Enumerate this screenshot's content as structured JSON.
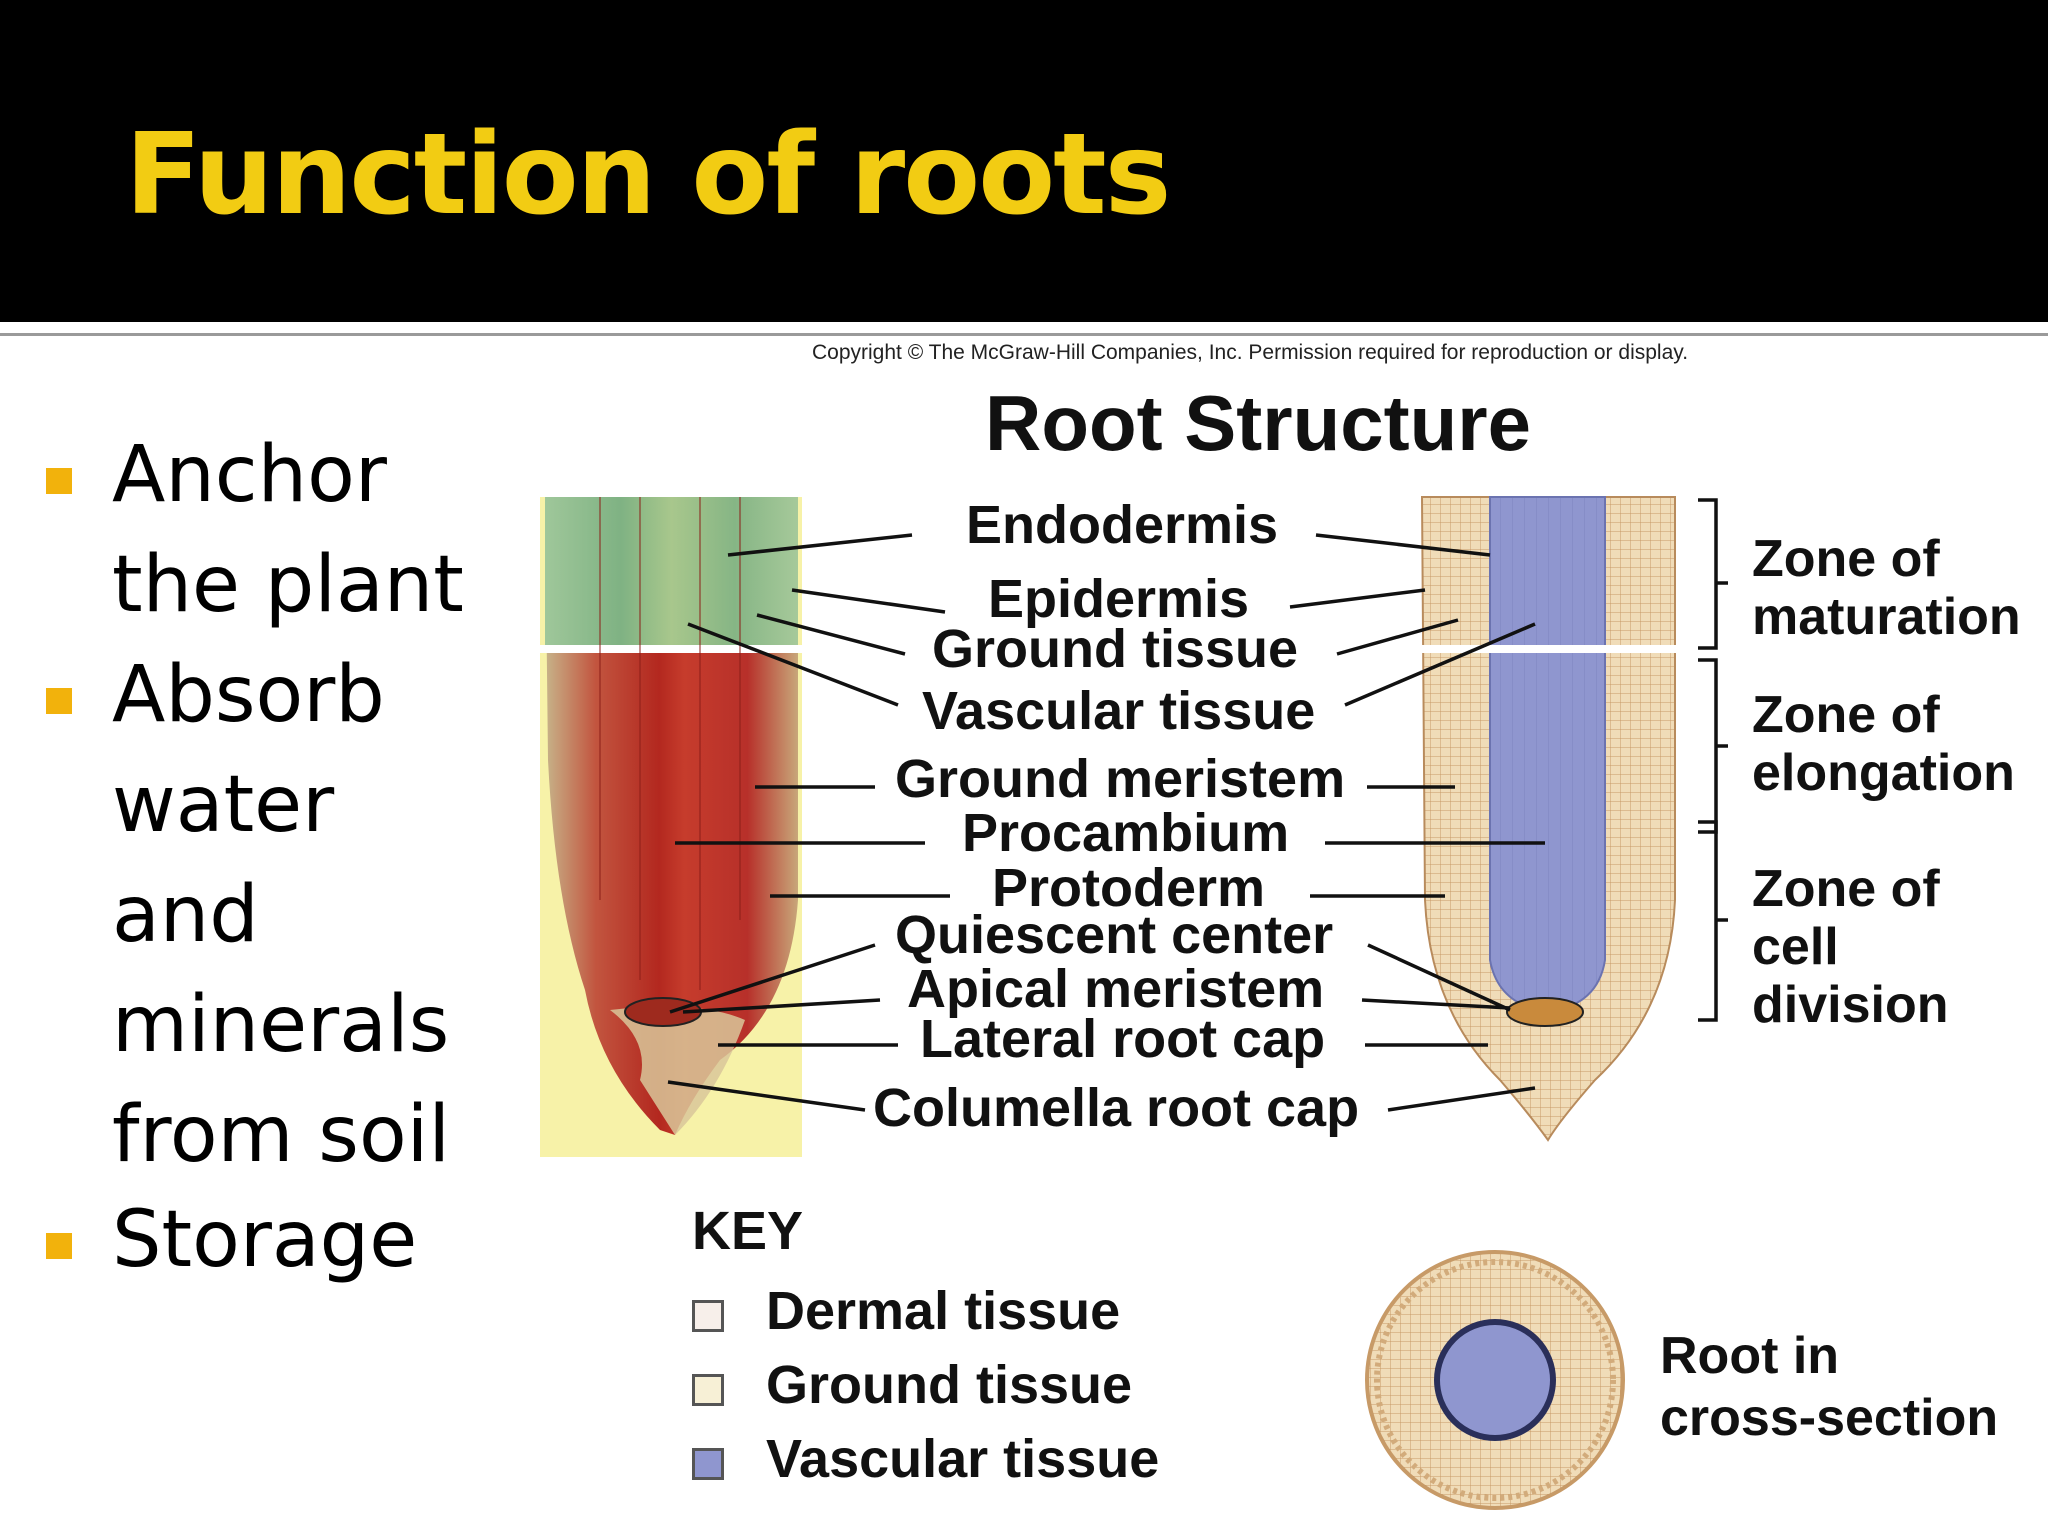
{
  "slide": {
    "title": "Function of roots",
    "bullets": [
      {
        "lines": [
          "Anchor",
          "the plant"
        ]
      },
      {
        "lines": [
          "Absorb",
          "water",
          "and",
          "minerals",
          "from soil"
        ]
      },
      {
        "lines": [
          "Storage"
        ]
      }
    ]
  },
  "diagram": {
    "copyright": "Copyright © The McGraw-Hill Companies, Inc. Permission required for reproduction or display.",
    "title": "Root Structure",
    "tissue_labels": [
      "Endodermis",
      "Epidermis",
      "Ground tissue",
      "Vascular tissue",
      "Ground meristem",
      "Procambium",
      "Protoderm",
      "Quiescent center",
      "Apical meristem",
      "Lateral root cap",
      "Columella root cap"
    ],
    "zones": [
      {
        "line1": "Zone of",
        "line2": "maturation"
      },
      {
        "line1": "Zone of",
        "line2": "elongation"
      },
      {
        "line1": "Zone of",
        "line2": "cell",
        "line3": "division"
      }
    ],
    "key": {
      "title": "KEY",
      "items": [
        {
          "label": "Dermal tissue",
          "color": "#f7efea"
        },
        {
          "label": "Ground tissue",
          "color": "#f7f0d6"
        },
        {
          "label": "Vascular tissue",
          "color": "#8f96cf"
        }
      ]
    },
    "cross_section": {
      "line1": "Root in",
      "line2": "cross-section"
    },
    "colors": {
      "accent_yellow": "#f2cc13",
      "bullet_marker": "#f2b20c",
      "micrograph_green": "#8fb98a",
      "micrograph_red": "#b8342a",
      "vascular_blue": "#8f96cf",
      "ground_tan": "#ead5b0"
    }
  }
}
